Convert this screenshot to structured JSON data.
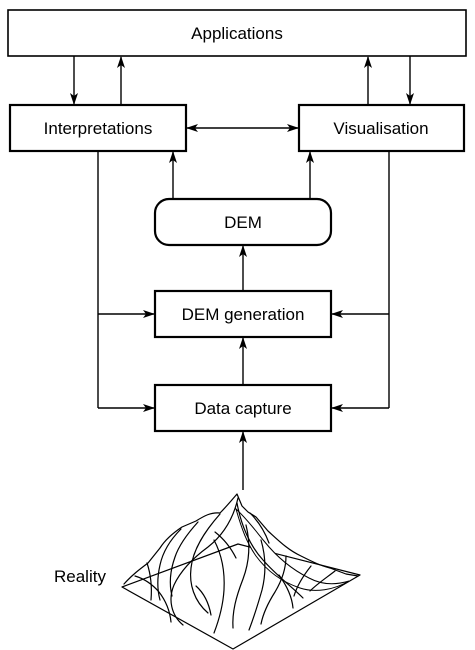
{
  "nodes": {
    "applications": "Applications",
    "interpretations": "Interpretations",
    "visualisation": "Visualisation",
    "dem": "DEM",
    "dem_generation": "DEM generation",
    "data_capture": "Data capture",
    "reality": "Reality"
  },
  "icons": {
    "terrain": "mountain-terrain-icon"
  }
}
